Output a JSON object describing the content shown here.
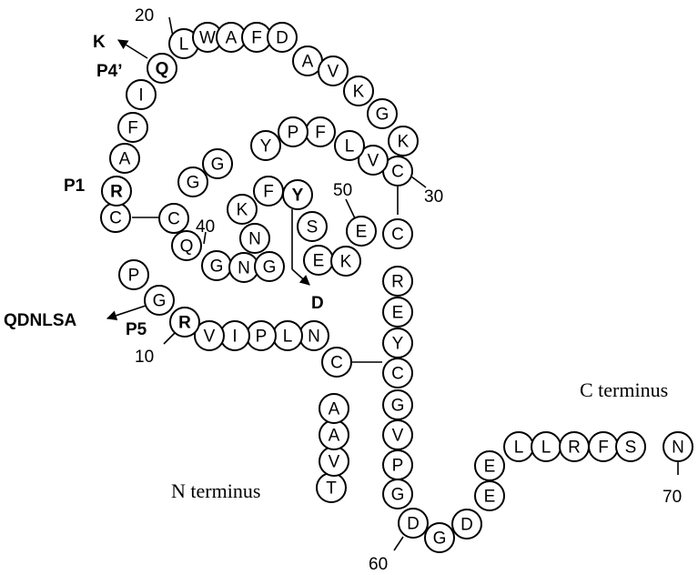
{
  "residues": [
    {
      "num": 1,
      "aa": "T"
    },
    {
      "num": 2,
      "aa": "V"
    },
    {
      "num": 3,
      "aa": "A"
    },
    {
      "num": 4,
      "aa": "A"
    },
    {
      "num": 5,
      "aa": "C"
    },
    {
      "num": 6,
      "aa": "N"
    },
    {
      "num": 7,
      "aa": "L"
    },
    {
      "num": 8,
      "aa": "P"
    },
    {
      "num": 9,
      "aa": "I"
    },
    {
      "num": 10,
      "aa": "V"
    },
    {
      "num": 11,
      "aa": "R",
      "bold": true
    },
    {
      "num": 12,
      "aa": "G"
    },
    {
      "num": 13,
      "aa": "P"
    },
    {
      "num": 14,
      "aa": "C"
    },
    {
      "num": 15,
      "aa": "R",
      "bold": true
    },
    {
      "num": 16,
      "aa": "A"
    },
    {
      "num": 17,
      "aa": "F"
    },
    {
      "num": 18,
      "aa": "I"
    },
    {
      "num": 19,
      "aa": "Q",
      "bold": true
    },
    {
      "num": 20,
      "aa": "L"
    },
    {
      "num": 21,
      "aa": "W"
    },
    {
      "num": 22,
      "aa": "A"
    },
    {
      "num": 23,
      "aa": "F"
    },
    {
      "num": 24,
      "aa": "D"
    },
    {
      "num": 25,
      "aa": "A"
    },
    {
      "num": 26,
      "aa": "V"
    },
    {
      "num": 27,
      "aa": "K"
    },
    {
      "num": 28,
      "aa": "G"
    },
    {
      "num": 29,
      "aa": "K"
    },
    {
      "num": 30,
      "aa": "C"
    },
    {
      "num": 31,
      "aa": "V"
    },
    {
      "num": 32,
      "aa": "L"
    },
    {
      "num": 33,
      "aa": "F"
    },
    {
      "num": 34,
      "aa": "P"
    },
    {
      "num": 35,
      "aa": "Y"
    },
    {
      "num": 36,
      "aa": "G"
    },
    {
      "num": 37,
      "aa": "G"
    },
    {
      "num": 38,
      "aa": "C"
    },
    {
      "num": 39,
      "aa": "Q"
    },
    {
      "num": 40,
      "aa": "G"
    },
    {
      "num": 41,
      "aa": "N"
    },
    {
      "num": 42,
      "aa": "G"
    },
    {
      "num": 43,
      "aa": "N"
    },
    {
      "num": 44,
      "aa": "K"
    },
    {
      "num": 45,
      "aa": "F"
    },
    {
      "num": 46,
      "aa": "Y",
      "bold": true
    },
    {
      "num": 47,
      "aa": "S"
    },
    {
      "num": 48,
      "aa": "E"
    },
    {
      "num": 49,
      "aa": "K"
    },
    {
      "num": 50,
      "aa": "E"
    },
    {
      "num": 51,
      "aa": "C"
    },
    {
      "num": 52,
      "aa": "R"
    },
    {
      "num": 53,
      "aa": "E"
    },
    {
      "num": 54,
      "aa": "Y"
    },
    {
      "num": 55,
      "aa": "C"
    },
    {
      "num": 56,
      "aa": "G"
    },
    {
      "num": 57,
      "aa": "V"
    },
    {
      "num": 58,
      "aa": "P"
    },
    {
      "num": 59,
      "aa": "G"
    },
    {
      "num": 60,
      "aa": "D"
    },
    {
      "num": 61,
      "aa": "G"
    },
    {
      "num": 62,
      "aa": "D"
    },
    {
      "num": 63,
      "aa": "E"
    },
    {
      "num": 64,
      "aa": "E"
    },
    {
      "num": 65,
      "aa": "L"
    },
    {
      "num": 66,
      "aa": "L"
    },
    {
      "num": 67,
      "aa": "R"
    },
    {
      "num": 68,
      "aa": "F"
    },
    {
      "num": 69,
      "aa": "S"
    },
    {
      "num": 70,
      "aa": "N"
    }
  ],
  "disulfide_bonds": [
    [
      5,
      55
    ],
    [
      14,
      38
    ],
    [
      30,
      51
    ]
  ],
  "position_numbers": [
    "10",
    "20",
    "30",
    "40",
    "50",
    "60",
    "70"
  ],
  "site_labels": {
    "p1": "P1",
    "p4prime": "P4’",
    "p5": "P5"
  },
  "mutation_labels": {
    "k": "K",
    "qdnlsa": "QDNLSA",
    "d": "D"
  },
  "terminus_labels": {
    "n": "N terminus",
    "c": "C terminus"
  }
}
